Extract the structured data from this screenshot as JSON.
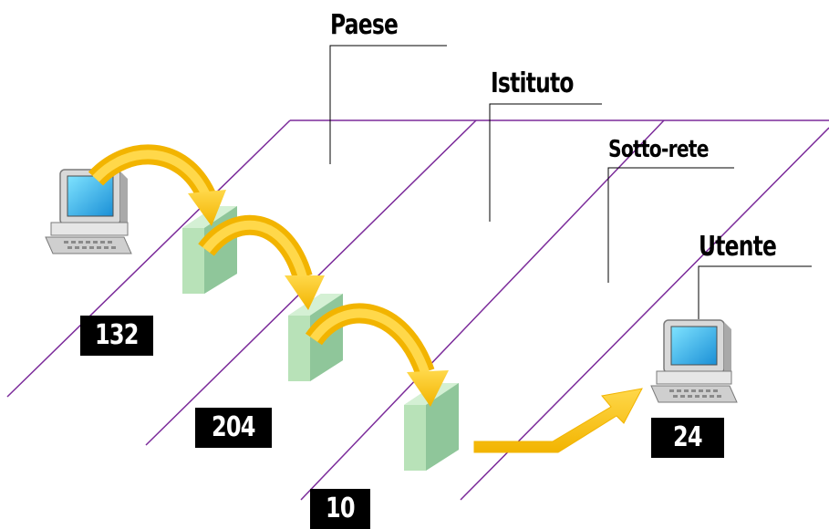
{
  "labels": {
    "paese": "Paese",
    "istituto": "Istituto",
    "sottorete": "Sotto-rete",
    "utente": "Utente"
  },
  "octets": [
    "132",
    "204",
    "10",
    "24"
  ],
  "colors": {
    "plane_lines": "#7b2b9a",
    "arrow_fill": "#ffcc00",
    "arrow_shade": "#e0a800",
    "router_face": "#b8e2b8",
    "router_side": "#8fc69a",
    "badge": "#000000",
    "badge_text": "#ffffff"
  },
  "icons": {
    "source": "computer-icon",
    "destination": "computer-icon",
    "routers": "router-block-icon"
  }
}
